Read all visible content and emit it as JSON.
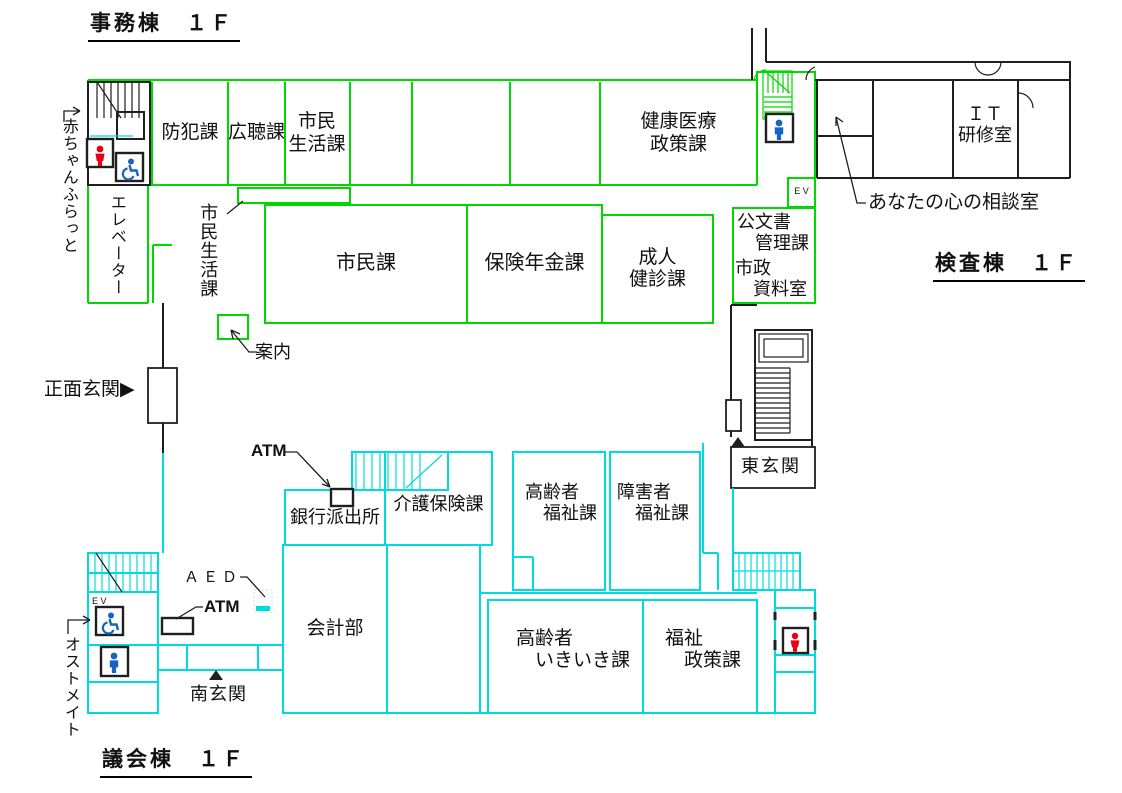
{
  "colors": {
    "office": "#00d800",
    "council": "#00dcdc",
    "ink": "#1f1f1f",
    "toilet_red": "#e60012",
    "toilet_blue": "#1565c0"
  },
  "titles": {
    "office_wing": "事務棟　１Ｆ",
    "inspection_wing": "検査棟　１Ｆ",
    "council_wing": "議会棟　１Ｆ"
  },
  "office_wing": {
    "rooms": {
      "bohanka": "防犯課",
      "kochoka": "広聴課",
      "shimin_seikatsuka_upper": "市民\n生活課",
      "kenko_iryo_seisakuka": "健康医療\n政策課",
      "shiminka": "市民課",
      "hoken_nenkinka": "保険年金課",
      "seijin_kenshinka": "成人\n健診課",
      "kobunsho_kanrika": "公文書\n　管理課",
      "shisei_shiryoshitsu": "市政\n　資料室",
      "elevator": "エレベーター",
      "ev": "E V"
    },
    "labels": {
      "akachan_furatto": "赤ちゃんふらっと",
      "shimin_seikatsuka_side": "市民生活課",
      "annai": "案内",
      "main_entrance": "正面玄関▶",
      "east_entrance": "東玄関"
    }
  },
  "inspection_wing": {
    "rooms": {
      "it_kenshushitsu": "ＩＴ\n研修室"
    },
    "labels": {
      "kokoro_sodanshitsu": "あなたの心の相談室"
    }
  },
  "council_wing": {
    "rooms": {
      "ginko_hashutsujo": "銀行派出所",
      "kaigo_hokenka": "介護保険課",
      "koreisha_fukushika": "高齢者\n　福祉課",
      "shogaisha_fukushika": "障害者\n　福祉課",
      "kaikeibu": "会計部",
      "koreisha_ikiikika": "高齢者\n　いきいき課",
      "fukushi_seisakuka": "福祉\n　政策課"
    },
    "labels": {
      "atm_bank": "ATM",
      "aed": "ＡＥＤ",
      "atm_south": "ATM",
      "south_entrance": "南玄関",
      "ev": "E V",
      "ostomate": "オストメイト"
    }
  }
}
